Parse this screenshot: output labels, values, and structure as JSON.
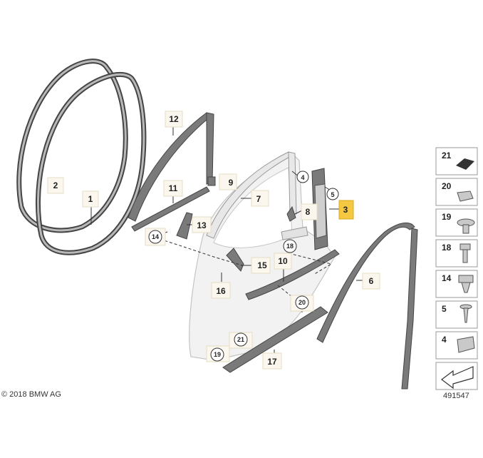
{
  "callouts": {
    "c1": "1",
    "c2": "2",
    "c3": "3",
    "c4": "4",
    "c5": "5",
    "c6": "6",
    "c7": "7",
    "c8": "8",
    "c10": "10",
    "c11": "11",
    "c12": "12",
    "c13": "13",
    "c14": "14",
    "c15": "15",
    "c16": "16",
    "c17": "17",
    "c18": "18",
    "c19": "19",
    "c20": "20",
    "c21": "21",
    "c9": "9"
  },
  "legend": {
    "items": [
      {
        "label": "21",
        "icon": "foam-pad-icon"
      },
      {
        "label": "20",
        "icon": "clip-nut-icon"
      },
      {
        "label": "19",
        "icon": "expanding-rivet-icon"
      },
      {
        "label": "18",
        "icon": "hex-screw-icon"
      },
      {
        "label": "14",
        "icon": "plastic-clip-icon"
      },
      {
        "label": "5",
        "icon": "self-tapping-screw-icon"
      },
      {
        "label": "4",
        "icon": "retainer-clip-icon"
      }
    ]
  },
  "highlight_color": "#f5c842",
  "footer": {
    "copyright": "© 2018 BMW AG",
    "diagram_number": "491547"
  }
}
